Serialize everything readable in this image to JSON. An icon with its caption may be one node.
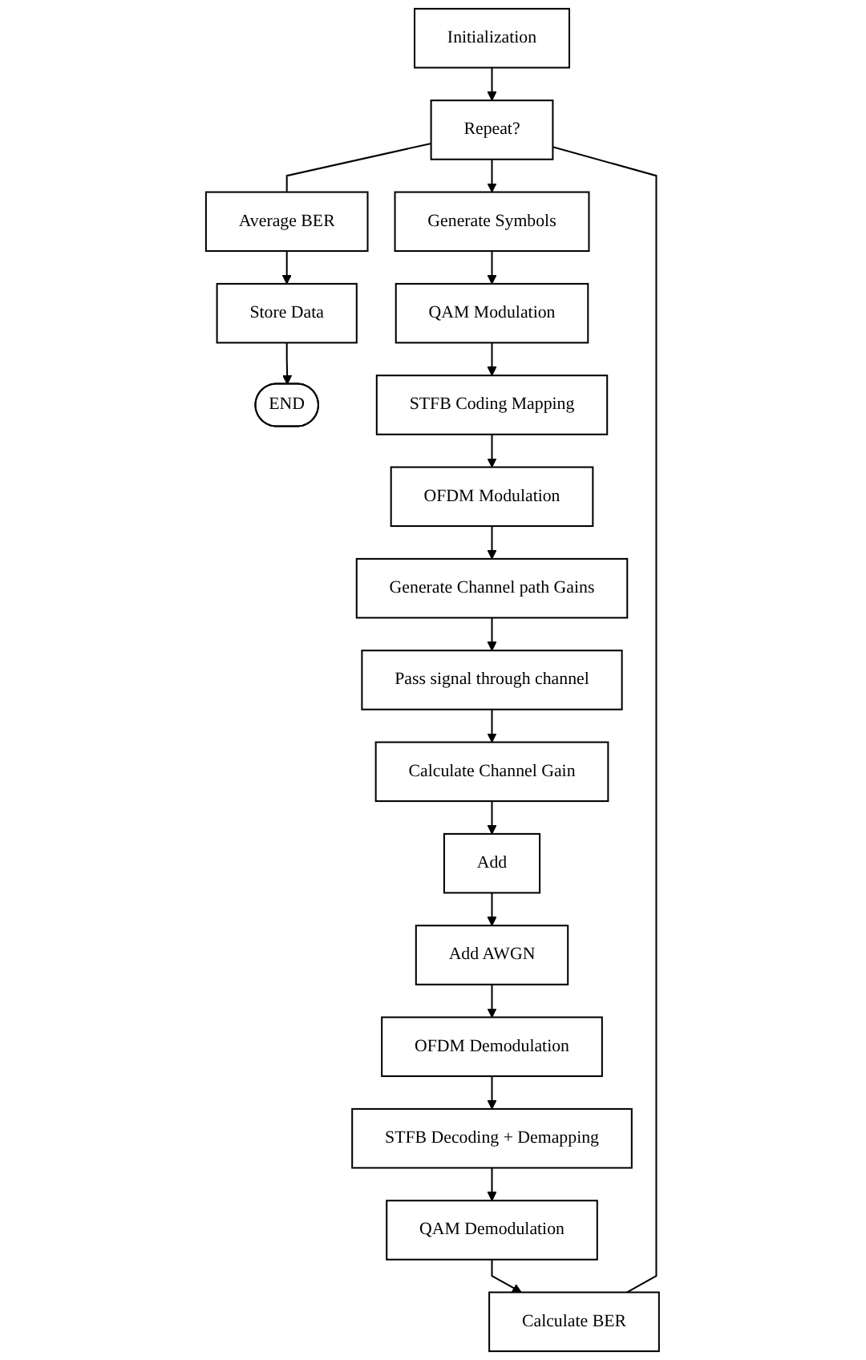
{
  "diagram": {
    "nodes": [
      {
        "text": [
          "Initialization"
        ]
      },
      {
        "text": [
          "Repeat?"
        ]
      },
      {
        "text": [
          "Average BER"
        ]
      },
      {
        "text": [
          "Store Data"
        ]
      },
      {
        "text": [
          "END"
        ]
      },
      {
        "text": [
          "Generate Symbols"
        ]
      },
      {
        "text": [
          "QAM Modulation"
        ]
      },
      {
        "text": [
          "STFB Coding Mapping"
        ]
      },
      {
        "text": [
          "OFDM Modulation"
        ]
      },
      {
        "text": [
          "Generate Channel path Gains"
        ]
      },
      {
        "text": [
          "Pass signal through channel"
        ]
      },
      {
        "text": [
          "Calculate Channel Gain"
        ]
      },
      {
        "text": [
          "Add"
        ]
      },
      {
        "text": [
          "Add AWGN"
        ]
      },
      {
        "text": [
          "OFDM Demodulation"
        ]
      },
      {
        "text": [
          "STFB Decoding + Demapping"
        ]
      },
      {
        "text": [
          "QAM Demodulation"
        ]
      },
      {
        "text": [
          "Calculate BER"
        ]
      }
    ],
    "edges": [
      {
        "from": 0,
        "to": 1,
        "arrow": "to"
      },
      {
        "from": 1,
        "to": 2,
        "arrow": "none"
      },
      {
        "from": 2,
        "to": 3,
        "arrow": "to"
      },
      {
        "from": 3,
        "to": 4,
        "arrow": "to"
      },
      {
        "from": 1,
        "to": 5,
        "arrow": "to"
      },
      {
        "from": 5,
        "to": 6,
        "arrow": "to"
      },
      {
        "from": 6,
        "to": 7,
        "arrow": "to"
      },
      {
        "from": 7,
        "to": 8,
        "arrow": "to"
      },
      {
        "from": 8,
        "to": 9,
        "arrow": "to"
      },
      {
        "from": 9,
        "to": 10,
        "arrow": "to"
      },
      {
        "from": 10,
        "to": 11,
        "arrow": "to"
      },
      {
        "from": 11,
        "to": 12,
        "arrow": "to"
      },
      {
        "from": 12,
        "to": 13,
        "arrow": "to"
      },
      {
        "from": 13,
        "to": 14,
        "arrow": "to"
      },
      {
        "from": 14,
        "to": 15,
        "arrow": "to"
      },
      {
        "from": 15,
        "to": 16,
        "arrow": "to"
      },
      {
        "from": 16,
        "to": 17,
        "arrow": "to"
      },
      {
        "from": 17,
        "to": 1,
        "arrow": "none"
      }
    ]
  }
}
